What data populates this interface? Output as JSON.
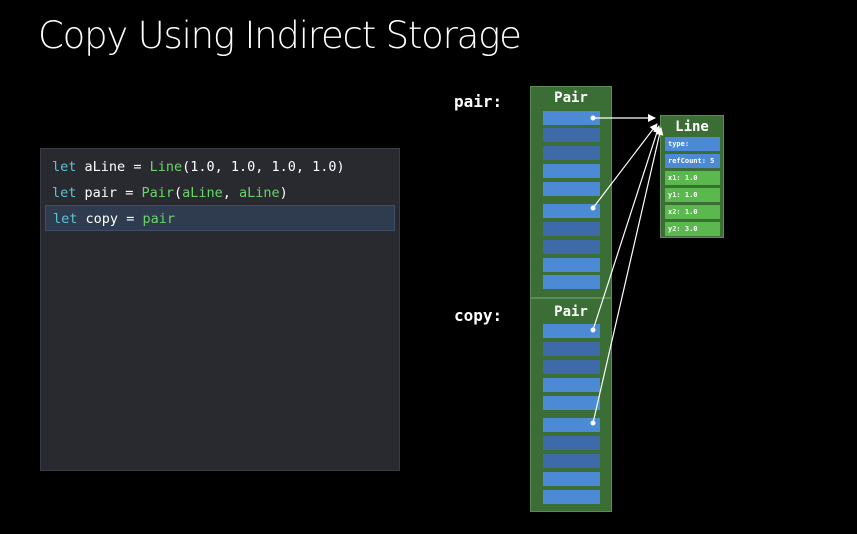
{
  "slide": {
    "title": "Copy Using Indirect Storage"
  },
  "code": {
    "lines": [
      {
        "kw": "let",
        "name": "aLine",
        "op": "=",
        "type": "Line",
        "args": "(1.0, 1.0, 1.0, 1.0)"
      },
      {
        "kw": "let",
        "name": "pair",
        "op": "=",
        "type": "Pair",
        "open": "(",
        "arg1": "aLine",
        "comma": ", ",
        "arg2": "aLine",
        "close": ")"
      },
      {
        "kw": "let",
        "name": "copy",
        "op": "=",
        "value": "pair"
      }
    ]
  },
  "diagram": {
    "pair_label": "pair:",
    "copy_label": "copy:",
    "pair_box_title": "Pair",
    "copy_box_title": "Pair",
    "line_box_title": "Line",
    "line_fields": [
      "type:",
      "refCount: 5",
      "x1: 1.0",
      "y1: 1.0",
      "x2: 1.0",
      "y2: 3.0"
    ]
  }
}
